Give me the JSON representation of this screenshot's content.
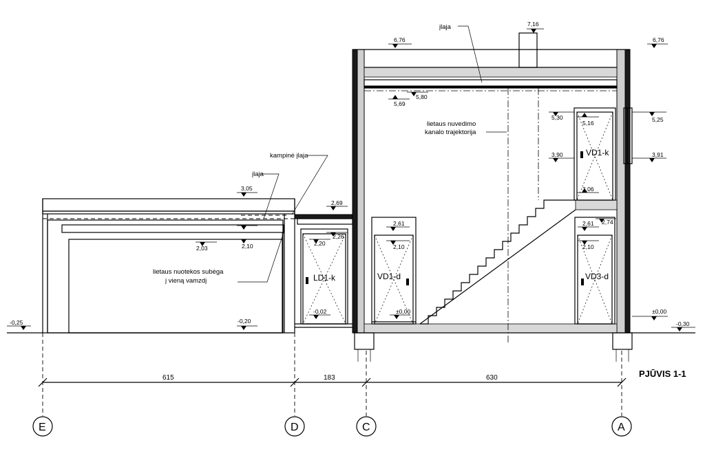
{
  "title": "PJŪVIS 1-1",
  "levels": {
    "l_616": "7,16",
    "l_676_a": "6,76",
    "l_676_b": "6,76",
    "l_580": "5,80",
    "l_569": "5,69",
    "l_530": "5,30",
    "l_516": "5,16",
    "l_525": "5,25",
    "l_390": "3,90",
    "l_391": "3,91",
    "l_306": "3,06",
    "l_305": "3,05",
    "l_269": "2,69",
    "l_261a": "2,61",
    "l_261b": "2,61",
    "l_274": "2,74",
    "l_226": "2,26",
    "l_220": "2,20",
    "l_210a": "2,10",
    "l_210b": "2,10",
    "l_210c": "2,10",
    "l_203": "2,03",
    "l_m025": "-0,25",
    "l_m020": "-0,20",
    "l_m002": "-0,02",
    "l_000a": "±0,00",
    "l_000b": "±0,00",
    "l_m030": "-0,30"
  },
  "notes": {
    "ilaja_top": "įlaja",
    "kampine": "kampinė įlaja",
    "ilaja_left": "įlaja",
    "nuvedimo_1": "lietaus nuvedimo",
    "nuvedimo_2": "kanalo trajektorija",
    "nuotekos_1": "lietaus nuotekos subėga",
    "nuotekos_2": "į vieną vamzdį"
  },
  "rooms": {
    "ld1k": "LD1-k",
    "vd1d": "VD1-d",
    "vd1k": "VD1-k",
    "vd3d": "VD3-d"
  },
  "dims": {
    "d615": "615",
    "d183": "183",
    "d630": "630"
  },
  "axes": {
    "e": "E",
    "d": "D",
    "c": "C",
    "a": "A"
  }
}
